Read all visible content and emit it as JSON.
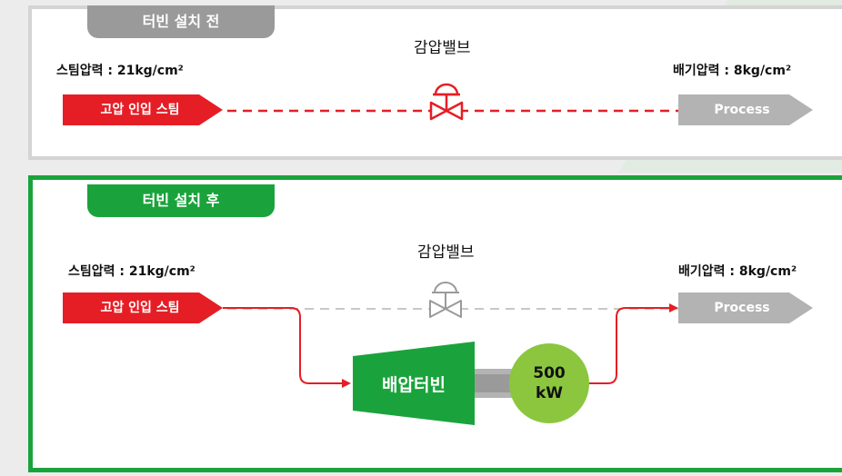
{
  "before": {
    "tab_label": "터빈 설치 전",
    "valve_label": "감압밸브",
    "steam_pressure": "스팀압력 : 21kg/cm²",
    "exhaust_pressure": "배기압력 : 8kg/cm²",
    "inlet_label": "고압 인입 스팀",
    "process_label": "Process"
  },
  "after": {
    "tab_label": "터빈 설치 후",
    "valve_label": "감압밸브",
    "steam_pressure": "스팀압력 : 21kg/cm²",
    "exhaust_pressure": "배기압력 : 8kg/cm²",
    "inlet_label": "고압 인입 스팀",
    "process_label": "Process",
    "turbine_label": "배압터빈",
    "generator_value": "500",
    "generator_unit": "kW"
  },
  "colors": {
    "red": "#e51e25",
    "green": "#1aa33c",
    "gray": "#9a9a9a",
    "light_gray": "#c8c8c8",
    "generator": "#8cc63f"
  },
  "icons": {
    "valve": "pressure-reducing-valve-icon"
  }
}
